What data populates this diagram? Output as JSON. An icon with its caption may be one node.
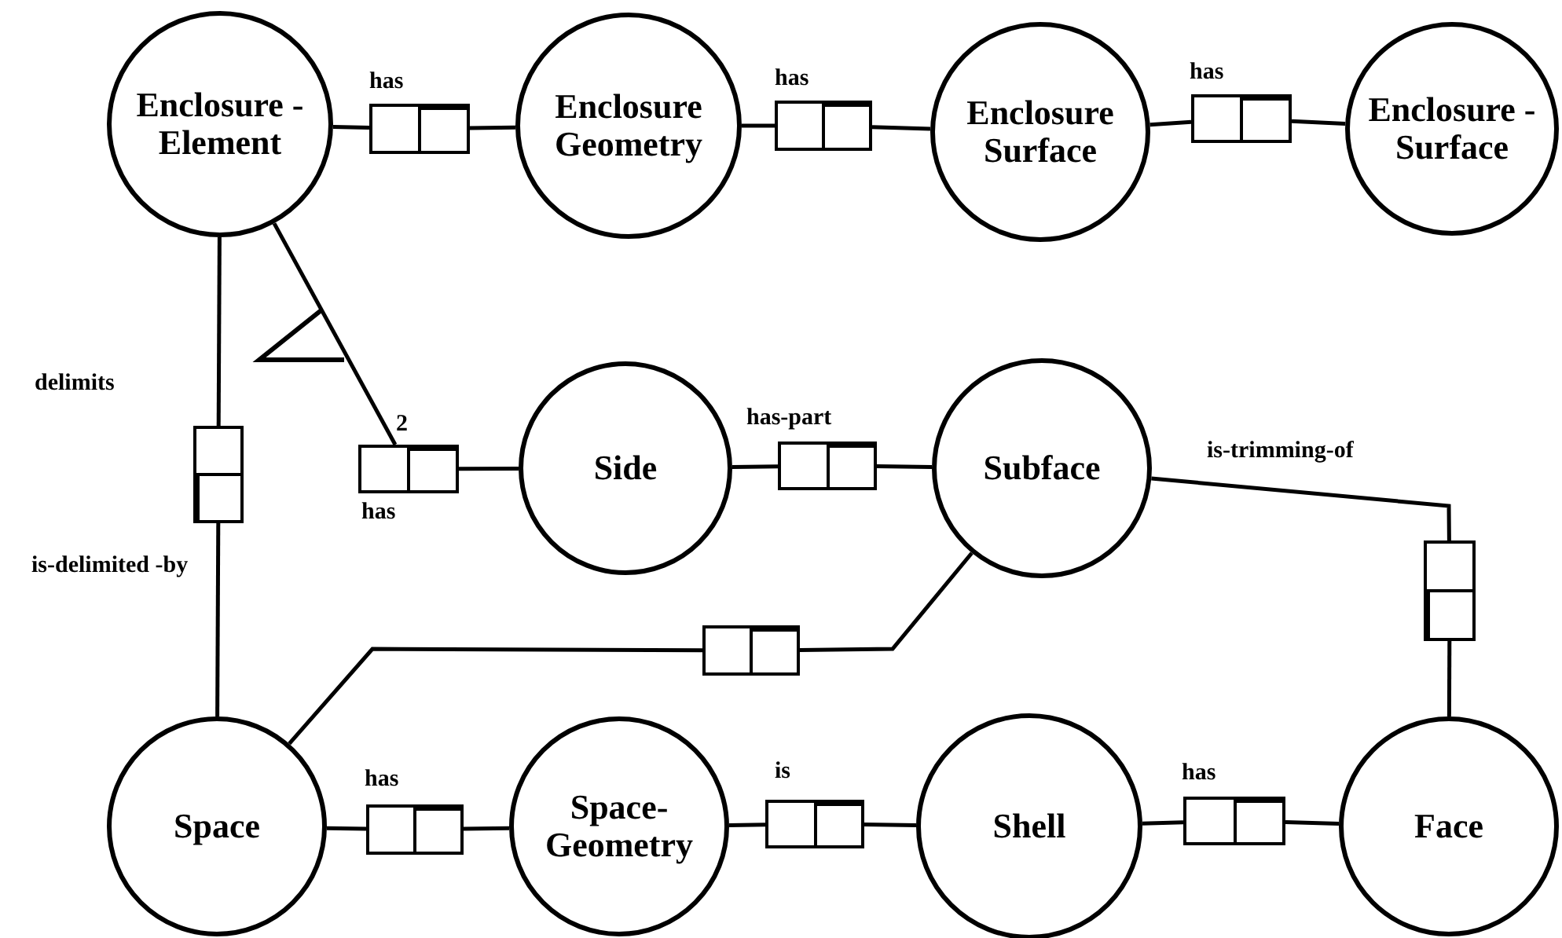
{
  "diagram": {
    "nodes": [
      {
        "text": [
          "Enclosure - Element"
        ]
      },
      {
        "text": [],
        "shape": "box",
        "beside": [
          "has"
        ]
      },
      {
        "text": [
          "Enclosure Geometry"
        ]
      },
      {
        "text": [],
        "shape": "box",
        "beside": [
          "has"
        ]
      },
      {
        "text": [
          "Enclosure Surface"
        ]
      },
      {
        "text": [],
        "shape": "box",
        "beside": [
          "has"
        ]
      },
      {
        "text": [
          "Enclosure - Surface"
        ]
      },
      {
        "text": [],
        "shape": "box",
        "beside": [
          "delimits",
          "is-delimited -by"
        ]
      },
      {
        "text": [],
        "shape": "box",
        "beside": [
          "2",
          "has"
        ]
      },
      {
        "text": [
          "Side"
        ]
      },
      {
        "text": [],
        "shape": "box",
        "beside": [
          "has-part"
        ]
      },
      {
        "text": [
          "Subface"
        ]
      },
      {
        "text": [],
        "shape": "box"
      },
      {
        "text": [],
        "shape": "box"
      },
      {
        "text": [
          "Space"
        ]
      },
      {
        "text": [],
        "shape": "box",
        "beside": [
          "has"
        ]
      },
      {
        "text": [
          "Space- Geometry"
        ]
      },
      {
        "text": [],
        "shape": "box",
        "beside": [
          "is"
        ]
      },
      {
        "text": [
          "Shell"
        ]
      },
      {
        "text": [],
        "shape": "box",
        "beside": [
          "has"
        ]
      },
      {
        "text": [
          "Face"
        ]
      }
    ],
    "edges": [
      {
        "from": 0,
        "to": 1,
        "arrow": "none"
      },
      {
        "from": 1,
        "to": 2,
        "arrow": "none"
      },
      {
        "from": 2,
        "to": 3,
        "arrow": "none"
      },
      {
        "from": 3,
        "to": 4,
        "arrow": "none"
      },
      {
        "from": 4,
        "to": 5,
        "arrow": "none"
      },
      {
        "from": 5,
        "to": 6,
        "arrow": "none"
      },
      {
        "from": 0,
        "to": 7,
        "arrow": "none"
      },
      {
        "from": 7,
        "to": 14,
        "arrow": "none"
      },
      {
        "from": 0,
        "to": 8,
        "arrow": "none"
      },
      {
        "from": 8,
        "to": 9,
        "arrow": "none"
      },
      {
        "from": 9,
        "to": 10,
        "arrow": "none"
      },
      {
        "from": 10,
        "to": 11,
        "arrow": "none"
      },
      {
        "from": 11,
        "to": 12,
        "arrow": "none",
        "label": "is-trimming-of"
      },
      {
        "from": 12,
        "to": 20,
        "arrow": "none"
      },
      {
        "from": 11,
        "to": 13,
        "arrow": "none"
      },
      {
        "from": 13,
        "to": 14,
        "arrow": "none"
      },
      {
        "from": 14,
        "to": 15,
        "arrow": "none"
      },
      {
        "from": 15,
        "to": 16,
        "arrow": "none"
      },
      {
        "from": 16,
        "to": 17,
        "arrow": "none"
      },
      {
        "from": 17,
        "to": 18,
        "arrow": "none"
      },
      {
        "from": 18,
        "to": 19,
        "arrow": "none"
      },
      {
        "from": 19,
        "to": 20,
        "arrow": "none"
      }
    ]
  }
}
